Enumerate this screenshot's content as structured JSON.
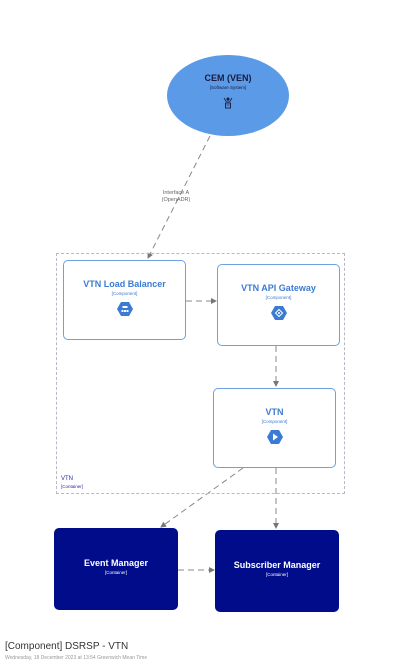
{
  "nodes": {
    "cem": {
      "name": "CEM (VEN)",
      "stereotype": "[Software System]",
      "icon": "network-icon"
    },
    "load_balancer": {
      "name": "VTN Load Balancer",
      "stereotype": "[Component]",
      "icon": "load-balancer-icon"
    },
    "api_gateway": {
      "name": "VTN API Gateway",
      "stereotype": "[Component]",
      "icon": "api-gateway-icon"
    },
    "vtn": {
      "name": "VTN",
      "stereotype": "[Component]",
      "icon": "compute-icon"
    },
    "event_manager": {
      "name": "Event Manager",
      "stereotype": "[Container]"
    },
    "subscriber_manager": {
      "name": "Subscriber Manager",
      "stereotype": "[Container]"
    }
  },
  "boundary": {
    "name": "VTN",
    "stereotype": "[Container]"
  },
  "edges": [
    {
      "from": "cem",
      "to": "load_balancer",
      "label_line1": "Interface A",
      "label_line2": "(OpenADR)"
    },
    {
      "from": "load_balancer",
      "to": "api_gateway"
    },
    {
      "from": "api_gateway",
      "to": "vtn"
    },
    {
      "from": "vtn",
      "to": "event_manager"
    },
    {
      "from": "vtn",
      "to": "subscriber_manager"
    },
    {
      "from": "event_manager",
      "to": "subscriber_manager"
    }
  ],
  "footer": {
    "title": "[Component] DSRSP - VTN",
    "date": "Wednesday, 18 December 2023 at 13:54 Greenwich Mean Time"
  },
  "colors": {
    "software_system": "#5b9ae6",
    "component_border": "#6da1df",
    "container": "#000c8a",
    "icon_hex": "#3b7bd3"
  }
}
